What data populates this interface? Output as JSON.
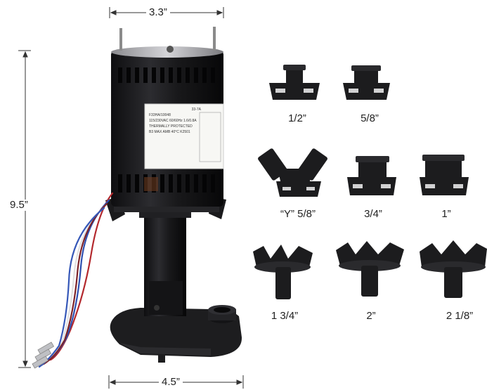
{
  "dimensions": {
    "top_width": "3.3”",
    "height": "9.5”",
    "base_width": "4.5”"
  },
  "motor_label": {
    "line1": "33-7A",
    "line2": "F33HA/10048",
    "line3": "115/230VAC 60/60Hz 1.6/0.8A",
    "line4": "THERMALLY PROTECTED",
    "line5": "B3 MAX AMB 40°C K2501"
  },
  "fittings": [
    {
      "label": "1/2”"
    },
    {
      "label": "5/8”"
    },
    {
      "label": "“Y” 5/8”"
    },
    {
      "label": "3/4”"
    },
    {
      "label": "1”"
    },
    {
      "label": "1 3/4”"
    },
    {
      "label": "2”"
    },
    {
      "label": "2 1/8”"
    }
  ],
  "colors": {
    "plastic": "#1c1c1e",
    "wire_red": "#b3282d",
    "wire_blue": "#2d4fb0",
    "wire_white": "#e8e8e8",
    "dim_line": "#333333"
  }
}
